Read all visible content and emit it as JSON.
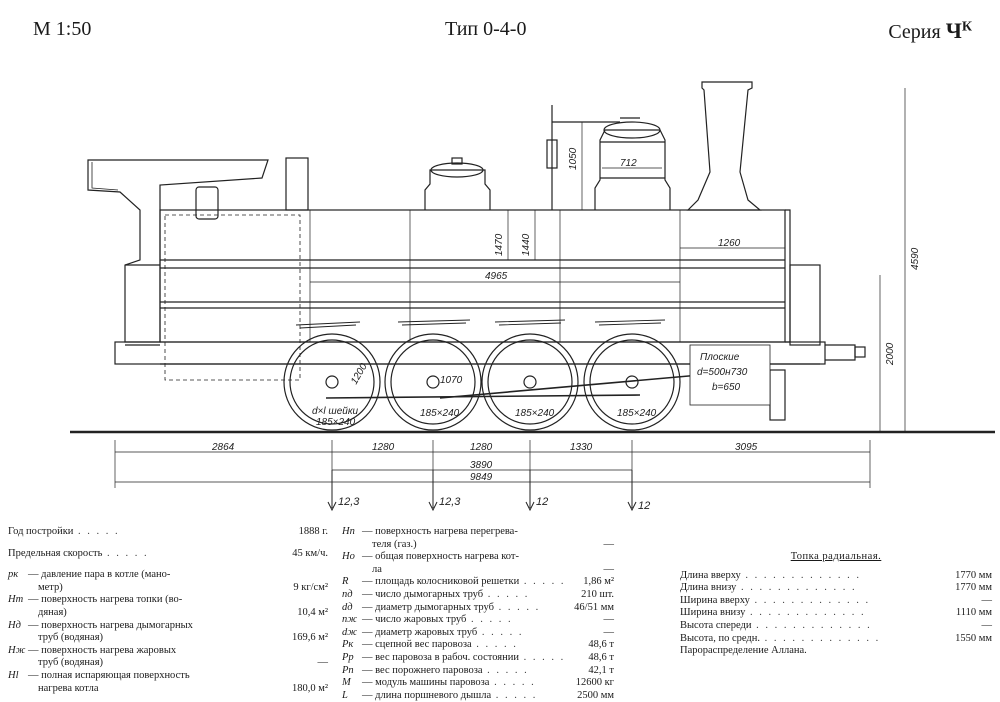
{
  "header": {
    "scale": "М 1:50",
    "type": "Тип 0-4-0",
    "series_prefix": "Серия",
    "series_letter": "Ч",
    "series_sup": "К"
  },
  "drawing": {
    "dims": {
      "d2864": "2864",
      "d1280a": "1280",
      "d1280b": "1280",
      "d1330": "1330",
      "d3095": "3095",
      "d3890": "3890",
      "d9849": "9849",
      "d4965": "4965",
      "d1260": "1260",
      "d712": "712",
      "d1050": "1050",
      "d1470": "1470",
      "d1440": "1440",
      "d4590": "4590",
      "d2000": "2000",
      "d1200": "1200",
      "d1070": "1070",
      "axle1": "185×240",
      "axle2": "185×240",
      "axle3": "185×240",
      "axle4": "185×240",
      "journal": "d×l шейки"
    },
    "loads": [
      "12,3",
      "12,3",
      "12",
      "12"
    ],
    "plate": {
      "line1": "Плоские",
      "line2": "d=500н730",
      "line3": "b=650"
    }
  },
  "specs_left": [
    {
      "sym": "",
      "label": "Год постройки",
      "value": "1888 г."
    },
    {
      "sym": "",
      "label": "Предельная скорость",
      "value": "45 км/ч."
    },
    {
      "sym": "pк",
      "label": "— давление пара в котле (мано-",
      "cont": "метр)",
      "value": "9 кг/см²"
    },
    {
      "sym": "Hт",
      "label": "— поверхность нагрева топки (во-",
      "cont": "дяная)",
      "value": "10,4 м²"
    },
    {
      "sym": "Hд",
      "label": "— поверхность нагрева дымогарных",
      "cont": "труб (водяная)",
      "value": "169,6 м²"
    },
    {
      "sym": "Hж",
      "label": "— поверхность нагрева жаровых",
      "cont": "труб (водяная)",
      "value": "—"
    },
    {
      "sym": "Hl",
      "label": "— полная испаряющая поверхность",
      "cont": "нагрева котла",
      "value": "180,0 м²"
    }
  ],
  "specs_mid": [
    {
      "sym": "Hп",
      "label": "— поверхность нагрева перегрева-",
      "cont": "теля (газ.)",
      "value": "—"
    },
    {
      "sym": "Hо",
      "label": "— общая поверхность нагрева кот-",
      "cont": "ла",
      "value": "—"
    },
    {
      "sym": "R",
      "label": "— площадь колосниковой решетки",
      "value": "1,86 м²"
    },
    {
      "sym": "nд",
      "label": "— число дымогарных труб",
      "value": "210 шт."
    },
    {
      "sym": "dд",
      "label": "— диаметр дымогарных труб",
      "value": "46/51 мм"
    },
    {
      "sym": "nж",
      "label": "— число жаровых труб",
      "value": "—"
    },
    {
      "sym": "dж",
      "label": "— диаметр жаровых труб",
      "value": "—"
    },
    {
      "sym": "Pк",
      "label": "— сцепной вес паровоза",
      "value": "48,6 т"
    },
    {
      "sym": "Pр",
      "label": "— вес паровоза в рабоч. состоянии",
      "value": "48,6 т"
    },
    {
      "sym": "Pп",
      "label": "— вес порожнего паровоза",
      "value": "42,1 т"
    },
    {
      "sym": "M",
      "label": "— модуль машины паровоза",
      "value": "12600 кг"
    },
    {
      "sym": "L",
      "label": "— длина поршневого дышла",
      "value": "2500 мм"
    }
  ],
  "firebox": {
    "title": "Топка радиальная.",
    "rows": [
      {
        "label": "Длина вверху",
        "value": "1770 мм"
      },
      {
        "label": "Длина внизу",
        "value": "1770 мм"
      },
      {
        "label": "Ширина вверху",
        "value": "—"
      },
      {
        "label": "Ширина внизу",
        "value": "1110 мм"
      },
      {
        "label": "Высота спереди",
        "value": "—"
      },
      {
        "label": "Высота, по средн.",
        "value": "1550 мм"
      },
      {
        "label": "Парораспределение Аллана.",
        "value": ""
      }
    ]
  }
}
